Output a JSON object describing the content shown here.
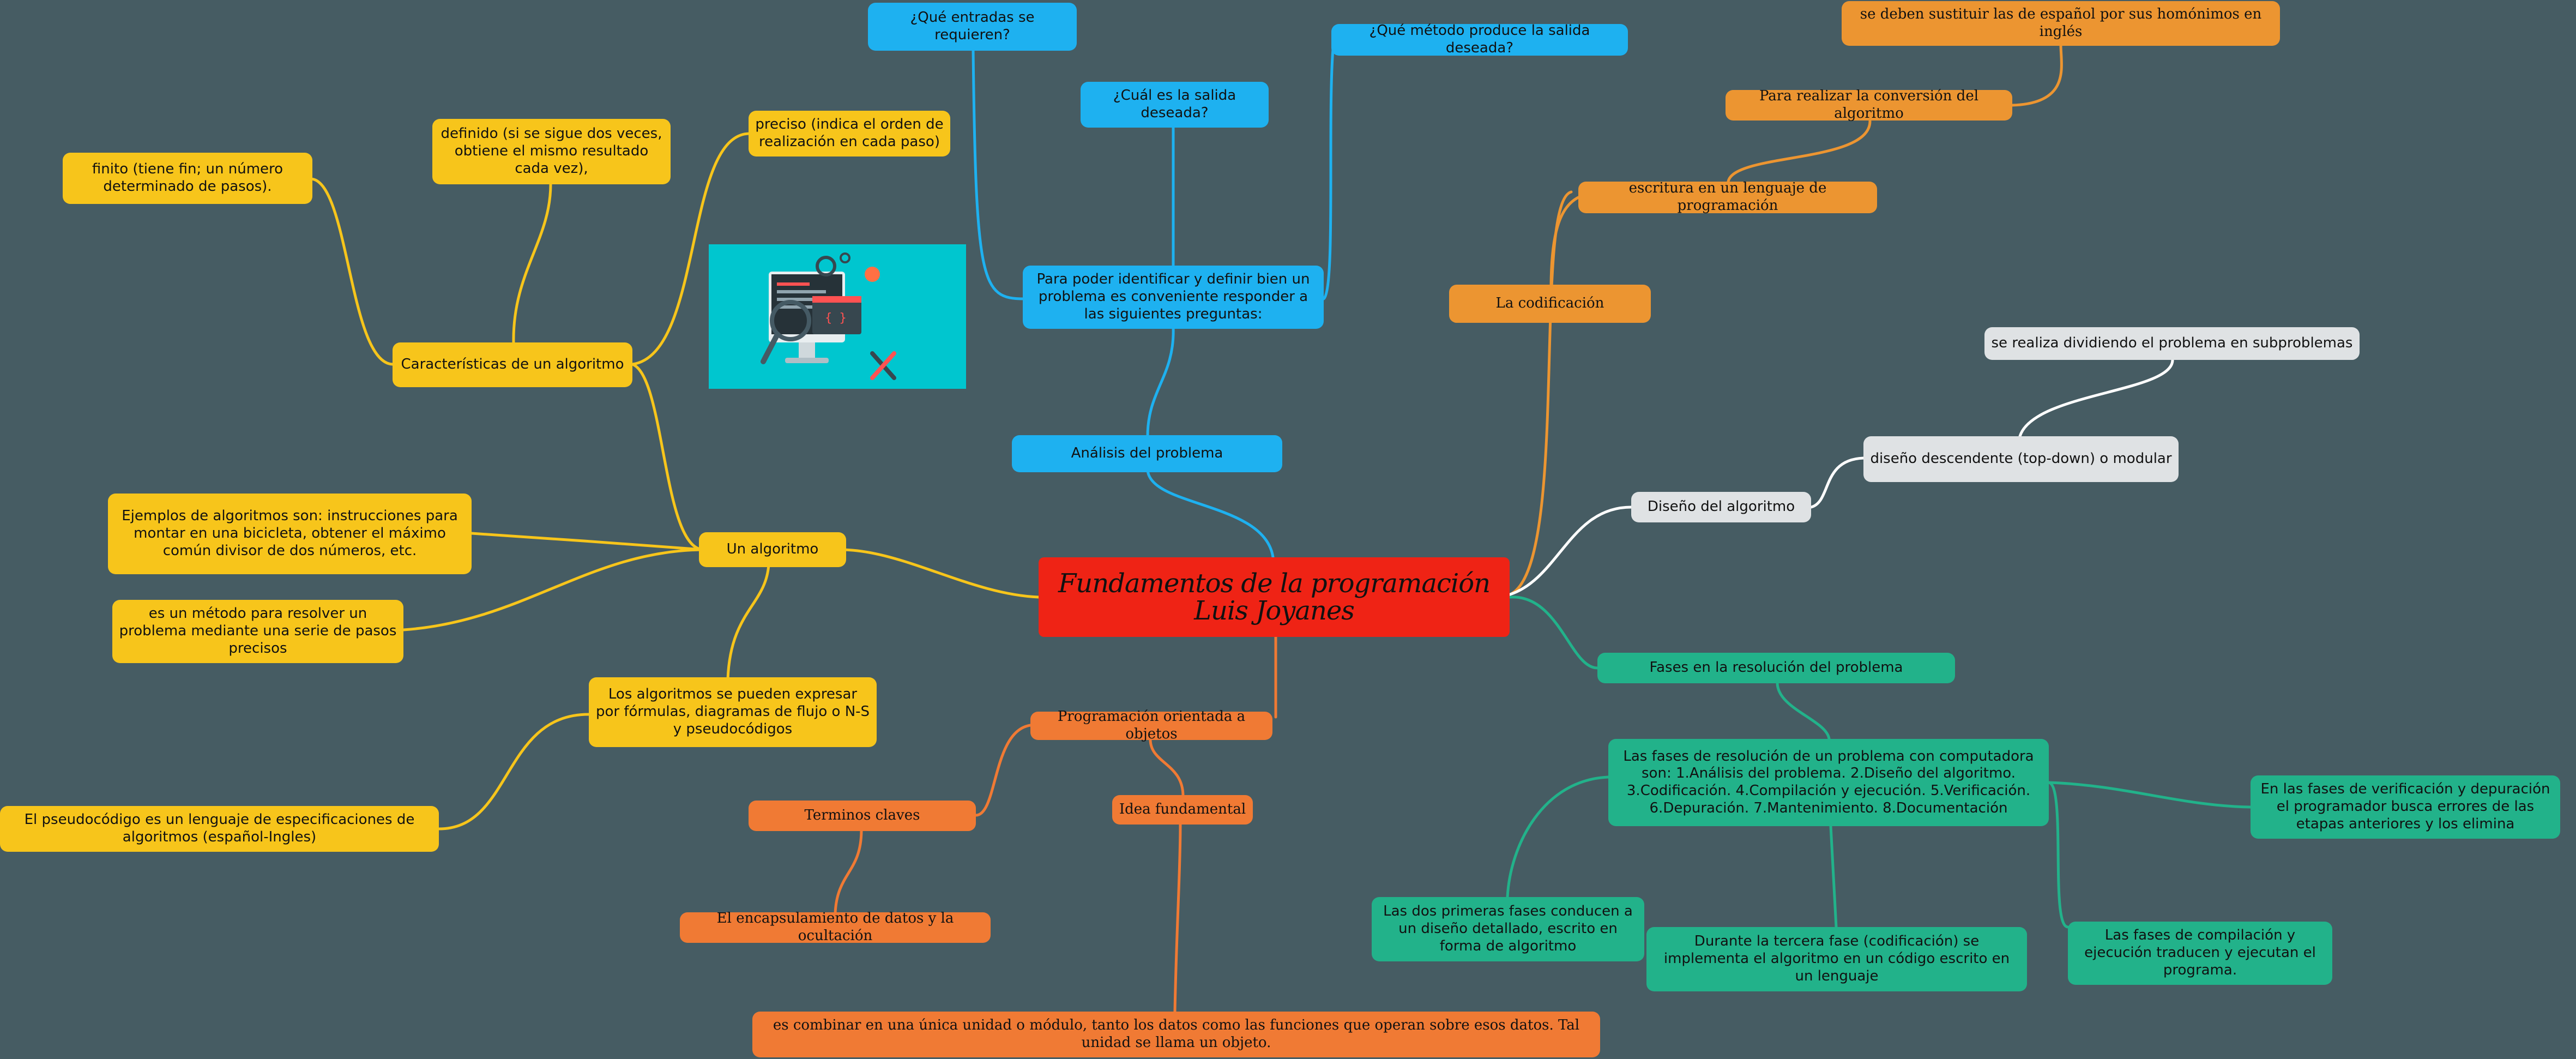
{
  "root": "Fundamentos de la programación Luis Joyanes",
  "yellow": {
    "algoritmo": "Un algoritmo",
    "caracteristicas": "Características de un algoritmo",
    "finito": "finito (tiene fin; un número determinado de pasos).",
    "definido": "definido (si se sigue dos veces, obtiene el mismo resultado cada vez),",
    "preciso": "preciso (indica el orden de realización en cada paso)",
    "ejemplos": "Ejemplos de algoritmos son: instrucciones para montar en una bicicleta, obtener el máximo común divisor de dos números, etc.",
    "metodo": "es un método para resolver un problema mediante una serie de pasos precisos",
    "expresar": "Los algoritmos se pueden expresar por fórmulas, diagramas de flujo o N-S y pseudocódigos",
    "pseudocodigo": "El pseudocódigo es un lenguaje de especificaciones de algoritmos (español-Ingles)"
  },
  "blue": {
    "analisis": "Análisis del problema",
    "identificar": "Para poder identificar y definir bien un problema es conveniente responder a las siguientes preguntas:",
    "entradas": "¿Qué entradas se requieren?",
    "salida": "¿Cuál es la salida deseada?",
    "metodo": "¿Qué método produce la salida deseada?"
  },
  "orange": {
    "codificacion": "La codificación",
    "escritura": "escritura en un lenguaje de programación",
    "conversion": "Para realizar la conversión del algoritmo",
    "sustituir": "se deben sustituir las de español por sus homónimos en inglés"
  },
  "white": {
    "diseno": "Diseño del algoritmo",
    "descendente": "diseño descendente (top-down) o modular",
    "dividiendo": "se realiza dividiendo el problema en subproblemas"
  },
  "green": {
    "fases": "Fases en la resolución del problema",
    "lista": "Las fases de resolución de un problema con computadora son: 1.Análisis del problema. 2.Diseño del algoritmo. 3.Codificación. 4.Compilación y ejecución. 5.Verificación. 6.Depuración. 7.Mantenimiento. 8.Documentación",
    "verificacion": "En las fases de verificación y depuración el programador busca errores de las etapas anteriores y los elimina",
    "dos_primeras": "Las dos primeras fases conducen a un diseño detallado, escrito en forma de algoritmo",
    "tercera": "Durante la tercera fase (codificación) se implementa el algoritmo en un código escrito en un lenguaje",
    "compilacion": "Las fases de compilación y ejecución traducen y ejecutan el programa."
  },
  "red": {
    "poo": "Programación orientada a objetos",
    "terminos": "Terminos claves",
    "encapsulamiento": "El encapsulamiento de datos y la ocultación",
    "idea": "Idea fundamental",
    "combinar": "es combinar en una única unidad o módulo, tanto los datos como las funciones que operan sobre esos datos. Tal unidad se llama un objeto."
  },
  "colors": {
    "background": "#465c63",
    "root": "#ef2315",
    "yellow": "#f7c51b",
    "blue": "#1eb1f0",
    "orange": "#ec9531",
    "red_orange": "#f07a34",
    "green": "#22b28a",
    "white": "#dfe2e4"
  }
}
